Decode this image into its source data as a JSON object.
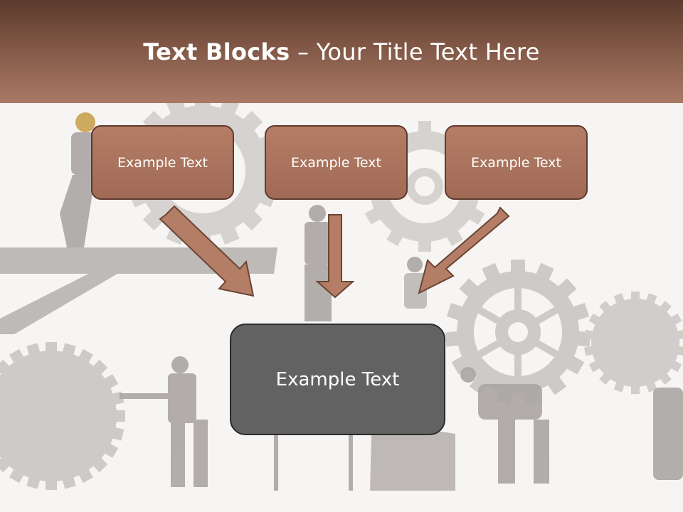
{
  "slide": {
    "title_bold": "Text Blocks",
    "title_dash": "–",
    "title_rest": "Your Title Text Here"
  },
  "boxes": {
    "top": [
      "Example Text",
      "Example Text",
      "Example Text"
    ],
    "main": "Example Text"
  },
  "colors": {
    "header_dark": "#5a3a2c",
    "header_light": "#a97a65",
    "box_fill": "#a06a55",
    "box_border": "#5f3b2e",
    "main_box_fill": "#626262",
    "arrow_fill": "#b47d66"
  }
}
